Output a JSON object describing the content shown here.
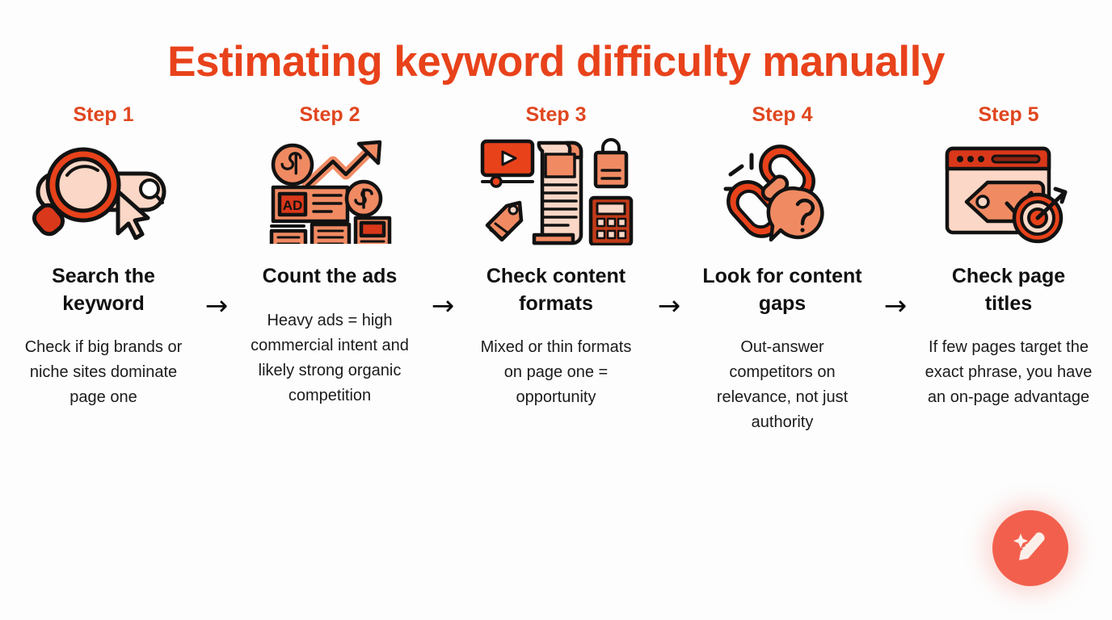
{
  "title": "Estimating keyword difficulty manually",
  "colors": {
    "accent": "#E8421B",
    "step_label": "#E0461F",
    "heading": "#101010",
    "body_text": "#1b1b1b",
    "background": "#fdfdfd",
    "fab_background": "#F2604D",
    "icon_dark": "#D9381A",
    "icon_mid": "#F08A62",
    "icon_light": "#FAD7C6",
    "outline": "#121212"
  },
  "arrow_glyph": "→",
  "steps": [
    {
      "label": "Step 1",
      "icon_name": "magnifier-search-bar-icon",
      "heading": "Search the keyword",
      "description": "Check if big brands or niche sites dominate page one"
    },
    {
      "label": "Step 2",
      "icon_name": "ad-cards-growth-chart-icon",
      "heading": "Count the ads",
      "description": "Heavy ads = high commercial intent and likely strong organic competition"
    },
    {
      "label": "Step 3",
      "icon_name": "content-formats-icon",
      "heading": "Check content formats",
      "description": "Mixed or thin formats on page one = opportunity"
    },
    {
      "label": "Step 4",
      "icon_name": "broken-chain-question-icon",
      "heading": "Look for content gaps",
      "description": "Out-answer competitors on relevance, not just authority"
    },
    {
      "label": "Step 5",
      "icon_name": "browser-tag-target-icon",
      "heading": "Check page titles",
      "description": "If few pages target the exact phrase, you have an on-page advantage"
    }
  ],
  "floating_action_button": {
    "icon_name": "magic-pen-sparkle-icon",
    "label": ""
  }
}
